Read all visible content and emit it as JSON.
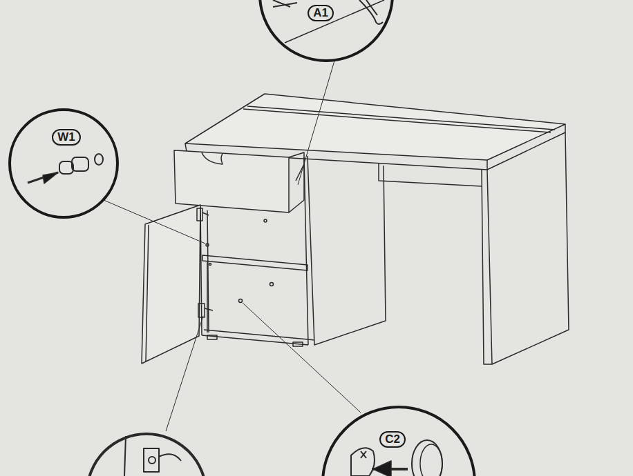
{
  "diagram": {
    "nodes": [
      {
        "text": [
          "A1"
        ]
      },
      {
        "text": [
          "W1"
        ]
      },
      {
        "text": [
          "C2"
        ]
      }
    ]
  }
}
